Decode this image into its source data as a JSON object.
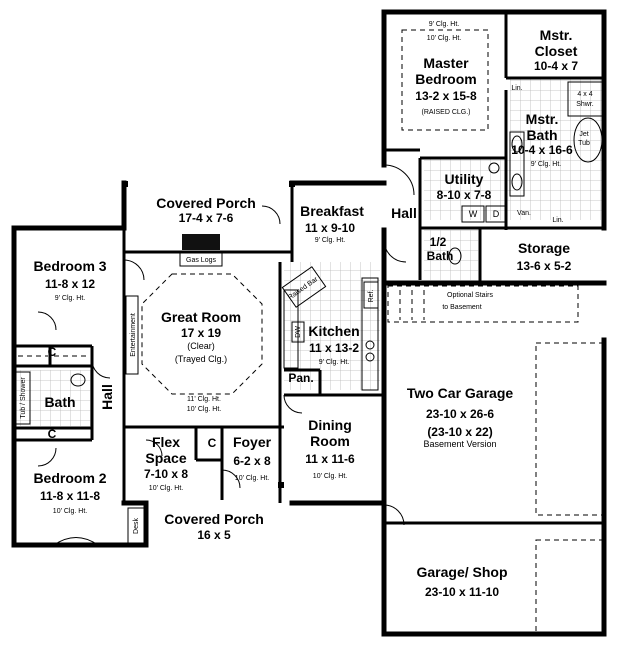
{
  "rooms": {
    "master_bedroom": {
      "name": "Master Bedroom",
      "dims": "13-2 x 15-8",
      "note": "(RAISED CLG.)",
      "clg_a": "9' Clg. Ht.",
      "clg_b": "10' Clg. Ht."
    },
    "master_closet": {
      "name_a": "Mstr.",
      "name_b": "Closet",
      "dims": "10-4 x 7"
    },
    "master_bath": {
      "name_a": "Mstr.",
      "name_b": "Bath",
      "dims": "10-4 x 16-6",
      "clg": "9' Clg. Ht.",
      "lin": "Lin.",
      "lin2": "Lin.",
      "shower": "4 x 4 Shwr.",
      "tub_a": "Jet",
      "tub_b": "Tub",
      "van": "Van."
    },
    "covered_porch_rear": {
      "name": "Covered Porch",
      "dims": "17-4 x 7-6",
      "gas_logs": "Gas Logs"
    },
    "breakfast": {
      "name": "Breakfast",
      "dims": "11 x 9-10",
      "clg": "9' Clg. Ht."
    },
    "utility": {
      "name": "Utility",
      "dims": "8-10 x 7-8",
      "w": "W",
      "d": "D"
    },
    "hall_right": {
      "name": "Hall"
    },
    "half_bath": {
      "name_a": "1/2",
      "name_b": "Bath"
    },
    "storage": {
      "name": "Storage",
      "dims": "13-6 x 5-2"
    },
    "bedroom3": {
      "name": "Bedroom 3",
      "dims": "11-8 x 12",
      "clg": "9' Clg. Ht."
    },
    "great_room": {
      "name": "Great Room",
      "dims": "17 x 19",
      "clear": "(Clear)",
      "trayed": "(Trayed Clg.)",
      "clg_a": "11' Clg. Ht.",
      "clg_b": "10' Clg. Ht.",
      "entertainment": "Entertainment"
    },
    "kitchen": {
      "name": "Kitchen",
      "dims": "11 x 13-2",
      "clg": "9' Clg. Ht.",
      "raised_bar": "Raised Bar",
      "dw": "DW",
      "ref": "Ref."
    },
    "pantry": {
      "name": "Pan."
    },
    "optional_stairs": {
      "line_a": "Optional Stairs",
      "line_b": "to Basement"
    },
    "closet_a": {
      "name": "C"
    },
    "closet_b": {
      "name": "C"
    },
    "closet_c": {
      "name": "C"
    },
    "bath": {
      "name": "Bath",
      "shower": "Tub / Shower"
    },
    "hall_left": {
      "name": "Hall"
    },
    "garage": {
      "name": "Two Car Garage",
      "dims": "23-10 x 26-6",
      "alt_dims": "(23-10 x 22)",
      "note": "Basement Version"
    },
    "flex": {
      "name_a": "Flex",
      "name_b": "Space",
      "dims": "7-10 x 8",
      "clg": "10' Clg. Ht."
    },
    "foyer": {
      "name": "Foyer",
      "dims": "6-2 x 8",
      "clg": "10' Clg. Ht."
    },
    "dining": {
      "name_a": "Dining",
      "name_b": "Room",
      "dims": "11 x 11-6",
      "clg": "10' Clg. Ht."
    },
    "bedroom2": {
      "name": "Bedroom 2",
      "dims": "11-8 x 11-8",
      "clg": "10' Clg. Ht."
    },
    "covered_porch_front": {
      "name": "Covered Porch",
      "dims": "16 x 5",
      "desk": "Desk"
    },
    "garage_shop": {
      "name": "Garage/ Shop",
      "dims": "23-10 x 11-10"
    }
  }
}
